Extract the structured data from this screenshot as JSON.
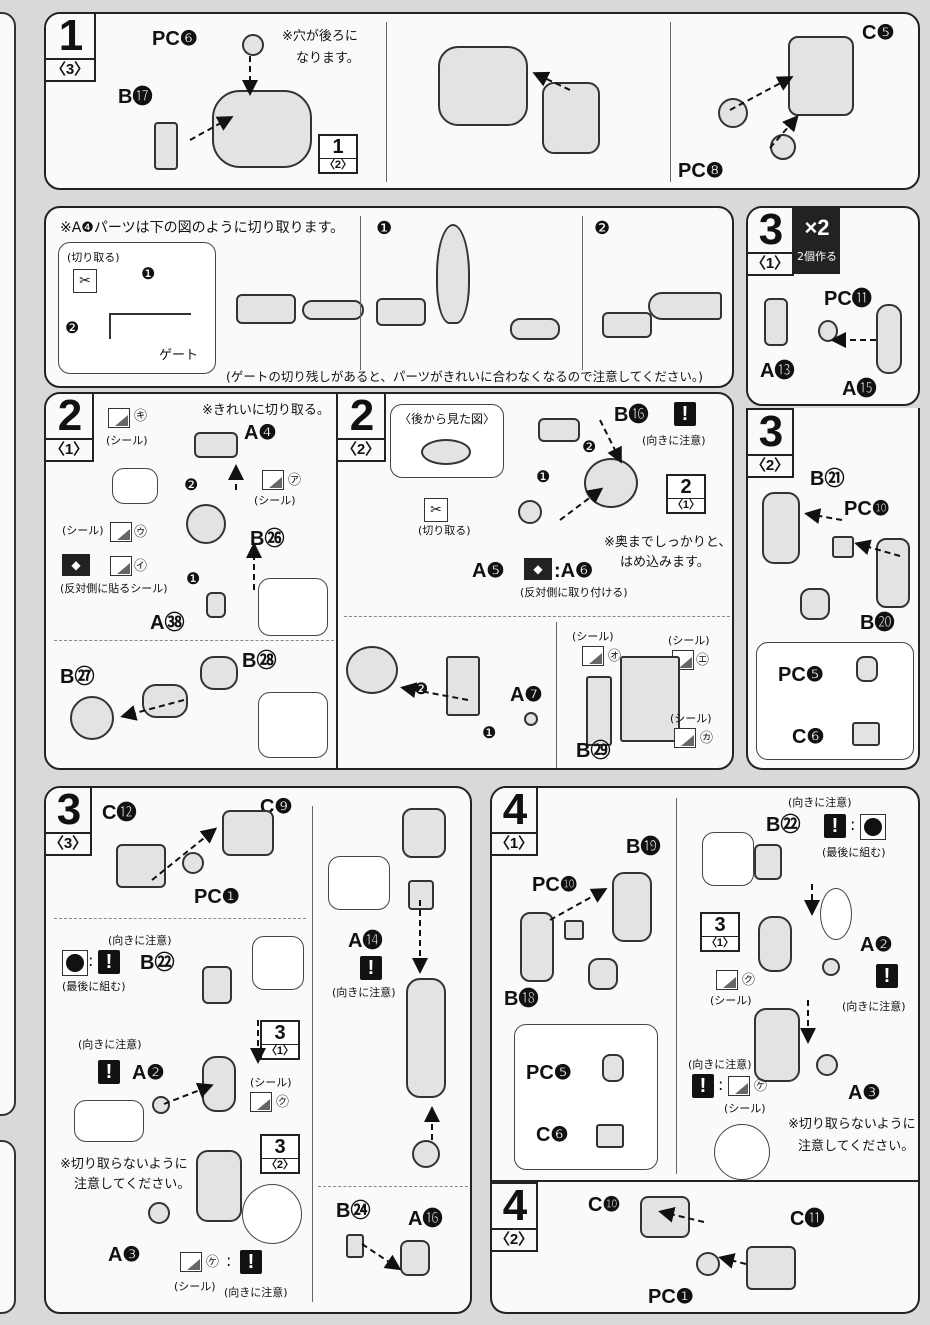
{
  "step1": {
    "num": "1",
    "sub": "〈3〉",
    "pc6": "PC❻",
    "b17": "B⓱",
    "hole_note_1": "※穴が後ろに",
    "hole_note_2": "なります。",
    "ref_num": "1",
    "ref_sub": "〈2〉",
    "c5": "C❺",
    "pc8": "PC❽"
  },
  "a4_cut": {
    "title": "※A❹パーツは下の図のように切り取ります。",
    "cut_label": "(切り取る)",
    "gate_label": "ゲート",
    "mark1": "❶",
    "mark2": "❷",
    "warning": "(ゲートの切り残しがあると、パーツがきれいに合わなくなるので注意してください。)"
  },
  "step3_1": {
    "num": "3",
    "sub": "〈1〉",
    "times": "×2",
    "make_two": "2個作る",
    "pc11": "PC⓫",
    "a13": "A⓭",
    "a15": "A⓯"
  },
  "step2_1": {
    "num": "2",
    "sub": "〈1〉",
    "clean_cut": "※きれいに切り取る。",
    "sticker_ki": "㋖",
    "seal1": "(シール)",
    "a4": "A❹",
    "sticker_a": "㋐",
    "seal2": "(シール)",
    "seal3": "(シール)",
    "sticker_u": "㋒",
    "b26": "B㉖",
    "sticker_i": "㋑",
    "opposite_seal": "(反対側に貼るシール)",
    "a38": "A㊳",
    "b27": "B㉗",
    "b28": "B㉘",
    "arrow1": "❶",
    "arrow2": "❷"
  },
  "step2_2": {
    "num": "2",
    "sub": "〈2〉",
    "back_view": "〈後から見た図〉",
    "b16": "B⓰",
    "orient": "(向きに注意)",
    "cut_label": "(切り取る)",
    "ref_num": "2",
    "ref_sub": "〈1〉",
    "deep_1": "※奥までしっかりと、",
    "deep_2": "はめ込みます。",
    "a5": "A❺",
    "a6": ":A❻",
    "opposite_attach": "(反対側に取り付ける)",
    "seal_o": "(シール)",
    "sticker_o": "㋔",
    "seal_e": "(シール)",
    "sticker_e": "㋓",
    "a7": "A❼",
    "seal_ka": "(シール)",
    "sticker_ka": "㋕",
    "b29": "B㉙",
    "arrow1": "❶",
    "arrow2": "❷"
  },
  "step3_2": {
    "num": "3",
    "sub": "〈2〉",
    "b21": "B㉑",
    "pc10": "PC❿",
    "b20": "B⓴",
    "pc5": "PC❺",
    "c6": "C❻"
  },
  "step3_3": {
    "num": "3",
    "sub": "〈3〉",
    "c12": "C⓬",
    "c9": "C❾",
    "pc1": "PC❶",
    "orient1": "(向きに注意)",
    "b22": "B㉒",
    "last": "(最後に組む)",
    "ref31_num": "3",
    "ref31_sub": "〈1〉",
    "orient2": "(向きに注意)",
    "a2": "A❷",
    "seal_ku": "(シール)",
    "sticker_ku": "㋗",
    "no_cut_1": "※切り取らないように",
    "no_cut_2": "注意してください。",
    "ref32_num": "3",
    "ref32_sub": "〈2〉",
    "a3": "A❸",
    "sticker_ke": "㋘",
    "seal_ke": "(シール)",
    "orient3": "(向きに注意)",
    "a14": "A⓮",
    "orient4": "(向きに注意)",
    "b24": "B㉔",
    "a16": "A⓰"
  },
  "step4_1": {
    "num": "4",
    "sub": "〈1〉",
    "b19": "B⓳",
    "pc10": "PC❿",
    "b18": "B⓲",
    "pc5": "PC❺",
    "c6": "C❻",
    "orient1": "(向きに注意)",
    "b22": "B㉒",
    "last": "(最後に組む)",
    "ref31_num": "3",
    "ref31_sub": "〈1〉",
    "a2": "A❷",
    "sticker_ku": "㋗",
    "seal_ku": "(シール)",
    "orient2": "(向きに注意)",
    "orient3": "(向きに注意)",
    "sticker_ke": "㋘",
    "seal_ke": "(シール)",
    "a3": "A❸",
    "no_cut_1": "※切り取らないように",
    "no_cut_2": "注意してください。"
  },
  "step4_2": {
    "num": "4",
    "sub": "〈2〉",
    "c10": "C❿",
    "c11": "C⓫",
    "pc1": "PC❶"
  }
}
